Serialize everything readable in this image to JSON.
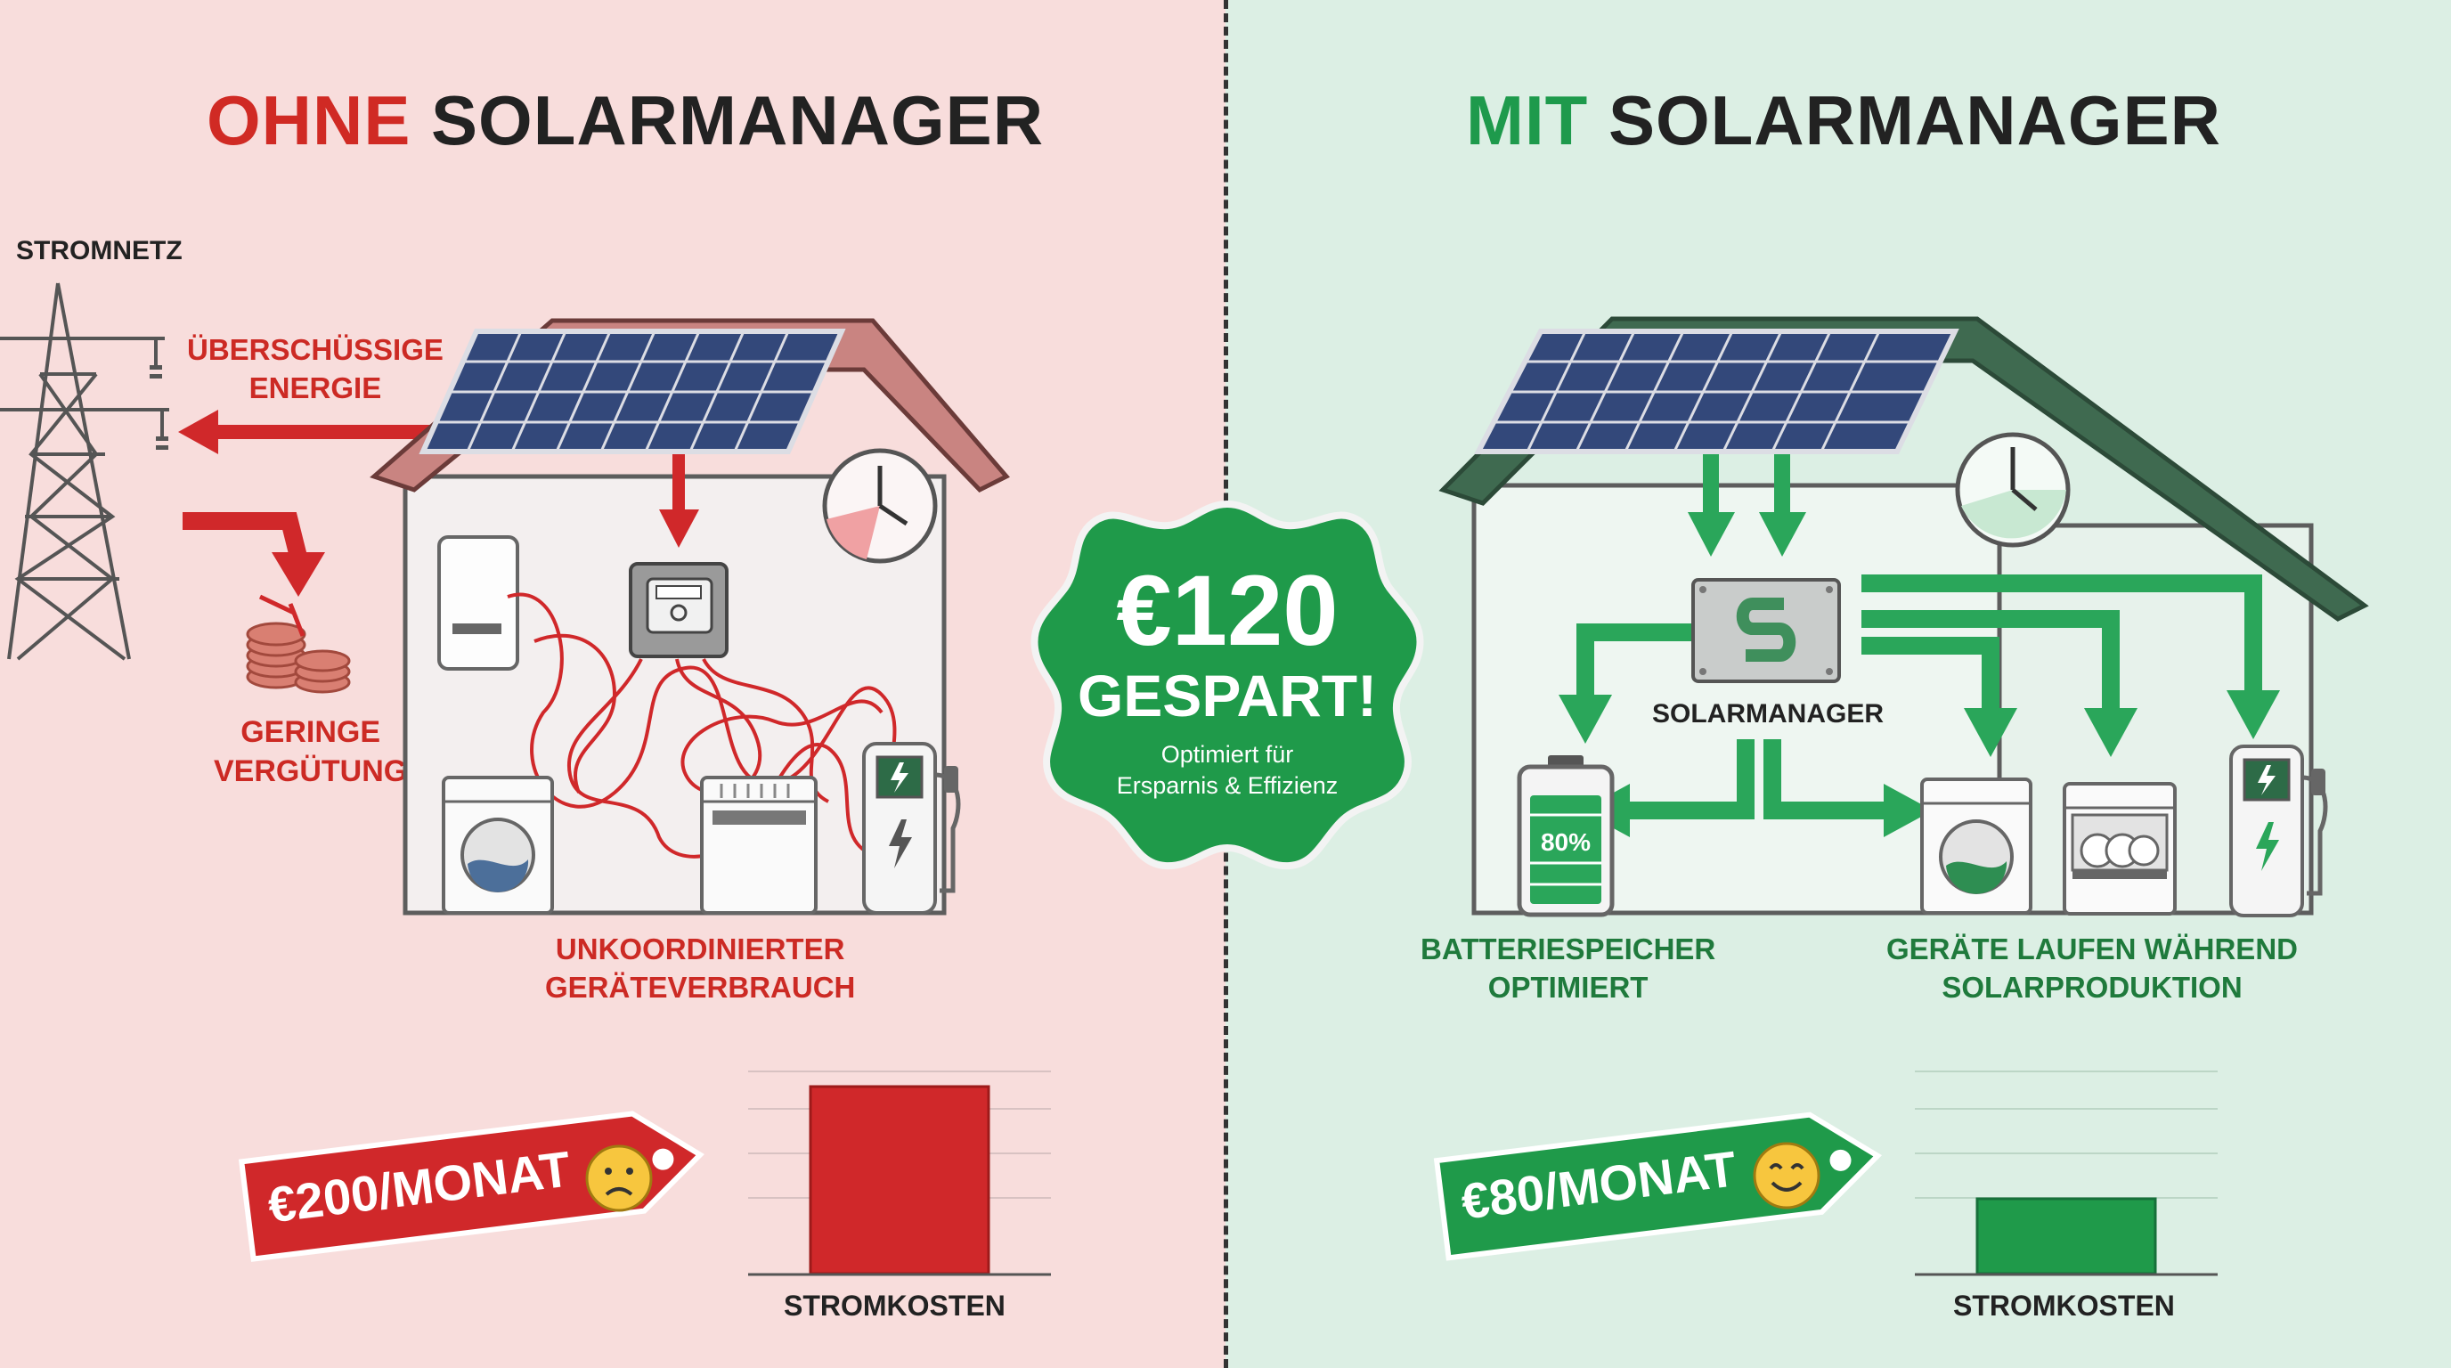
{
  "left": {
    "title_highlight": "OHNE",
    "title_rest": " SOLARMANAGER",
    "grid_label": "STROMNETZ",
    "surplus_line1": "ÜBERSCHÜSSIGE",
    "surplus_line2": "ENERGIE",
    "low_pay_line1": "GERINGE",
    "low_pay_line2": "VERGÜTUNG",
    "uncoord_line1": "UNKOORDINIERTER",
    "uncoord_line2": "GERÄTEVERBRAUCH",
    "price": "€200/MONAT",
    "cost_label": "STROMKOSTEN",
    "cost_value": 200
  },
  "right": {
    "title_highlight": "MIT",
    "title_rest": " SOLARMANAGER",
    "manager_label": "SOLARMANAGER",
    "battery_level": "80%",
    "battery_line1": "BATTERIESPEICHER",
    "battery_line2": "OPTIMIERT",
    "devices_line1": "GERÄTE LAUFEN WÄHREND",
    "devices_line2": "SOLARPRODUKTION",
    "price": "€80/MONAT",
    "cost_label": "STROMKOSTEN",
    "cost_value": 80
  },
  "badge": {
    "amount": "€120",
    "saved": "GESPART!",
    "sub_line1": "Optimiert für",
    "sub_line2": "Ersparnis & Effizienz"
  },
  "colors": {
    "red": "#d0282a",
    "green": "#1f9a4a",
    "left_bg": "#f8dddc",
    "right_bg": "#dcefe4"
  },
  "icons": [
    "power-tower-icon",
    "coins-icon",
    "clock-icon",
    "solar-panel-icon",
    "electric-meter-icon",
    "inverter-icon",
    "washing-machine-icon",
    "dishwasher-icon",
    "ev-charger-icon",
    "battery-icon",
    "solarmanager-logo-icon",
    "sad-face-icon",
    "happy-face-icon"
  ]
}
